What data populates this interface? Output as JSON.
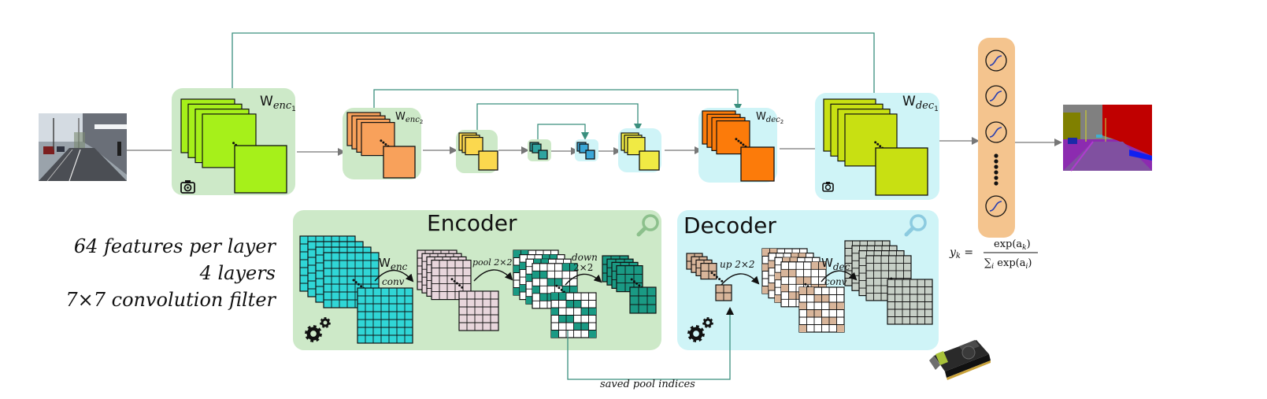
{
  "labels": {
    "encoder_title": "Encoder",
    "decoder_title": "Decoder",
    "w_letter": "W",
    "enc1_sub": "enc",
    "enc1_idx": "1",
    "enc2_sub": "enc",
    "enc2_idx": "2",
    "dec2_sub": "dec",
    "dec2_idx": "2",
    "dec1_sub": "dec",
    "dec1_idx": "1",
    "w_enc_sub": "enc",
    "w_dec_sub": "dec",
    "conv_enc": "conv",
    "conv_dec": "conv",
    "pool": "pool 2×2",
    "down_line1": "down",
    "down_line2": "2×2",
    "up": "up 2×2",
    "saved_indices": "saved pool indices"
  },
  "params": {
    "line1": "64 features per layer",
    "line2": "4 layers",
    "line3": "7×7 convolution  filter"
  },
  "softmax": {
    "lhs": "y",
    "lhs_sub": "k",
    "numerator": "exp(a",
    "numerator_sub": "k",
    "denominator_sum": "∑",
    "denominator_sum_sub": "i",
    "denominator": " exp(a",
    "denominator_sub": "i"
  },
  "icons": [
    "camera-icon",
    "gear-icon",
    "magnifier-icon",
    "sigmoid-icon",
    "gpu-card-icon"
  ],
  "colors": {
    "encoder_bg": "#cde9c8",
    "decoder_bg": "#cff4f7",
    "arrow": "#3a8f7e",
    "softmax_bg": "#f4c48e",
    "enc1_fill": "#a6f01a",
    "enc2_fill": "#f8a15b",
    "enc3_fill": "#fbd84e",
    "enc4_fill": "#2fa4a0",
    "dec4_fill": "#3aa7d8",
    "dec3_fill": "#f0ea44",
    "dec2_fill": "#fc7b0a",
    "dec1_fill": "#c8e012",
    "grid_cyan": "#30d6d6",
    "grid_pink": "#e8d6dc",
    "grid_teal": "#1a9a84",
    "grid_tan": "#d8b59a",
    "grid_gray": "#c6cfc6"
  }
}
